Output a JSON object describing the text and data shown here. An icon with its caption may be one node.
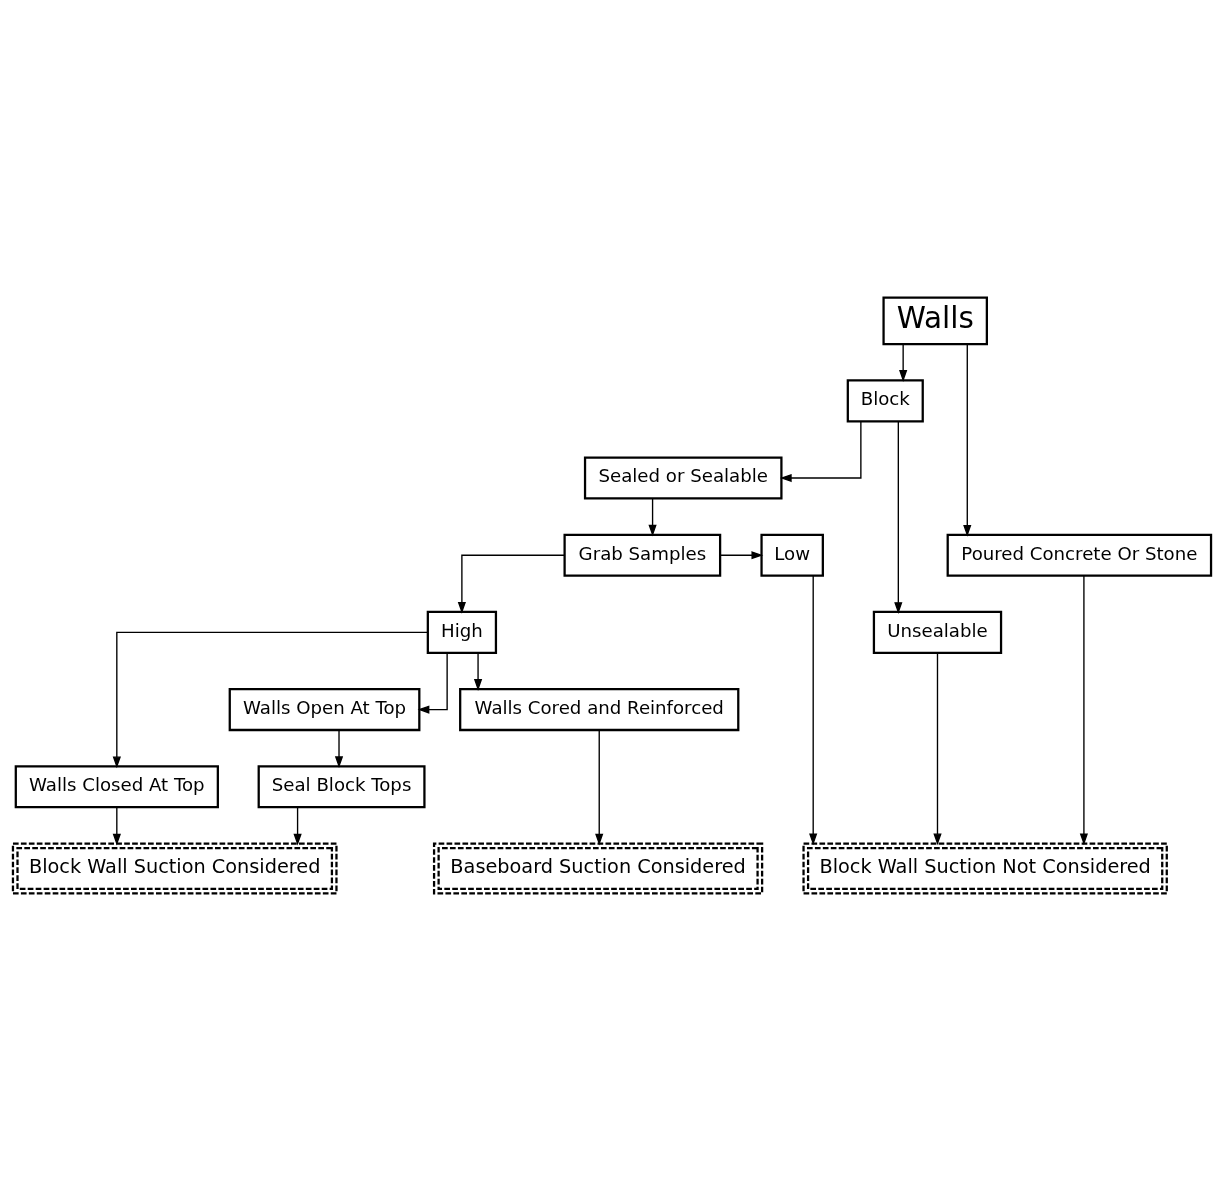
{
  "diagram": {
    "nodes": [
      {
        "text": [
          "Walls"
        ]
      },
      {
        "text": [
          "Block"
        ]
      },
      {
        "text": [
          "Poured Concrete Or Stone"
        ]
      },
      {
        "text": [
          "Sealed or Sealable"
        ]
      },
      {
        "text": [
          "Unsealable"
        ]
      },
      {
        "text": [
          "Grab Samples"
        ]
      },
      {
        "text": [
          "Low"
        ]
      },
      {
        "text": [
          "High"
        ]
      },
      {
        "text": [
          "Walls Closed At Top"
        ]
      },
      {
        "text": [
          "Walls Open At Top"
        ]
      },
      {
        "text": [
          "Walls Cored and Reinforced"
        ]
      },
      {
        "text": [
          "Seal Block Tops"
        ]
      },
      {
        "text": [
          "Block Wall Suction Considered"
        ]
      },
      {
        "text": [
          "Baseboard Suction Considered"
        ]
      },
      {
        "text": [
          "Block Wall Suction Not Considered"
        ]
      }
    ],
    "edges": [
      {
        "from": 0,
        "to": 1,
        "arrow": "to"
      },
      {
        "from": 0,
        "to": 2,
        "arrow": "to"
      },
      {
        "from": 1,
        "to": 3,
        "arrow": "to"
      },
      {
        "from": 1,
        "to": 4,
        "arrow": "to"
      },
      {
        "from": 3,
        "to": 5,
        "arrow": "to"
      },
      {
        "from": 5,
        "to": 6,
        "arrow": "to"
      },
      {
        "from": 5,
        "to": 7,
        "arrow": "to"
      },
      {
        "from": 7,
        "to": 8,
        "arrow": "to"
      },
      {
        "from": 7,
        "to": 9,
        "arrow": "to"
      },
      {
        "from": 7,
        "to": 10,
        "arrow": "to"
      },
      {
        "from": 8,
        "to": 12,
        "arrow": "to"
      },
      {
        "from": 9,
        "to": 11,
        "arrow": "to"
      },
      {
        "from": 11,
        "to": 12,
        "arrow": "to"
      },
      {
        "from": 10,
        "to": 13,
        "arrow": "to"
      },
      {
        "from": 6,
        "to": 14,
        "arrow": "to"
      },
      {
        "from": 4,
        "to": 14,
        "arrow": "to"
      },
      {
        "from": 2,
        "to": 14,
        "arrow": "to"
      }
    ]
  }
}
